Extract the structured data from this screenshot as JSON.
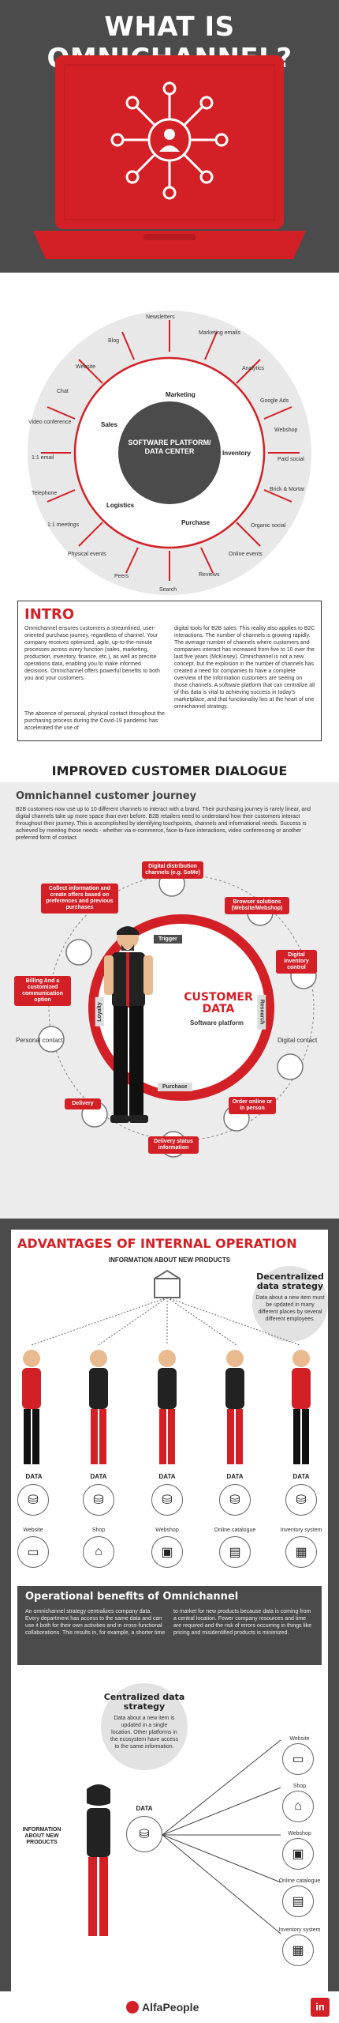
{
  "hero": {
    "title": "WHAT IS OMNICHANNEL?"
  },
  "wheel": {
    "center_label": "SOFTWARE PLATFORM/ DATA CENTER",
    "inner": [
      "Marketing",
      "Sales",
      "Inventory",
      "Logistics",
      "Purchase"
    ],
    "outer": [
      "Newsletters",
      "Marketing emails",
      "Analytics",
      "Google Ads",
      "Webshop",
      "Paid social",
      "Brick & Mortar",
      "Organic social",
      "Online events",
      "Reviews",
      "Search",
      "Peers",
      "Physical events",
      "1:1 meetings",
      "Telephone",
      "1:1 email",
      "Video conference",
      "Chat",
      "Website",
      "Blog"
    ]
  },
  "intro": {
    "title": "INTRO",
    "col1_p1": "Omnichannel ensures customers a streamlined, user-oriented purchase journey, regardless of channel. Your company receives optimized, agile, up-to-the-minute processes across every function (sales, marketing, production, inventory, finance, etc.), as well as precise operations data, enabling you to make informed decisions. Omnichannel offers powerful benefits to both you and your customers.",
    "col1_p2": "The absence of personal, physical contact throughout the purchasing process during the Covid-19 pandemic has accelerated the use of",
    "col2_p1": "digital tools for B2B sales. This reality also applies to B2C interactions. The number of channels is growing rapidly. The average number of channels where customers and companies interact has increased from five to 10 over the last five years (McKinsey). Omnichannel is not a new concept, but the explosion in the number of channels has created a need for companies to have a complete overview of the information customers are seeing on those channels. A software platform that can centralize all of this data is vital to achieving success in today's marketplace, and that functionality lies at the heart of one omnichannel strategy."
  },
  "dialogue": {
    "title": "IMPROVED CUSTOMER DIALOGUE",
    "subtitle": "Omnichannel customer journey",
    "body": "B2B customers now use up to 10 different channels to interact with a brand. Their purchasing journey is rarely linear, and digital channels take up more space than ever before. B2B retailers need to understand how their customers interact throughout their journey. This is accomplished by identifying touchpoints, channels and informational needs. Success is achieved by meeting those needs - whether via e-commerce, face-to-face interactions, video conferencing or another preferred form of contact.",
    "center_title": "CUSTOMER DATA",
    "center_sub": "Software platform",
    "ring": [
      "Trigger",
      "Research",
      "Purchase",
      "Loyalty"
    ],
    "boxes": [
      "Digital distribution channels (e.g. SoMe)",
      "Browser solutions (Website/Webshop)",
      "Digital inventory control",
      "Order online or in person",
      "Delivery status information",
      "Delivery",
      "Billing And a customized communication option",
      "Collect information and create offers based on preferences and previous purchases"
    ],
    "plain": [
      "Digital contact",
      "Personal contact"
    ]
  },
  "advantages": {
    "title": "ADVANTAGES OF INTERNAL OPERATION",
    "info_label": "INFORMATION ABOUT NEW PRODUCTS",
    "decentral_title": "Decentralized data strategy",
    "decentral_body": "Data about a new item must be updated in many different places by several different employees.",
    "data_label": "DATA",
    "systems": [
      "Website",
      "Shop",
      "Webshop",
      "Online catalogue",
      "Inventory system"
    ]
  },
  "benefits": {
    "title": "Operational benefits of Omnichannel",
    "col1": "An omnichannel strategy centralizes company data. Every department has access to the same data and can use it both for their own activities and in cross-functional collaborations. This results in, for example, a shorter time",
    "col2": "to market for new products because data is coming from a central location. Fewer company resources and time are required and the risk of errors occurring in things like pricing and misidentified products is minimized."
  },
  "central": {
    "title": "Centralized data strategy",
    "body": "Data about a new item is updated in a single location. Other platforms in the ecosystem have access to the same information.",
    "info_label": "INFORMATION ABOUT NEW PRODUCTS",
    "data_label": "DATA",
    "systems": [
      "Website",
      "Shop",
      "Webshop",
      "Online catalogue",
      "Inventory system"
    ]
  },
  "footer": {
    "brand": "AlfaPeople",
    "social": "in"
  },
  "colors": {
    "accent": "#d32026",
    "dark": "#4b4b4b",
    "light": "#ececec"
  }
}
